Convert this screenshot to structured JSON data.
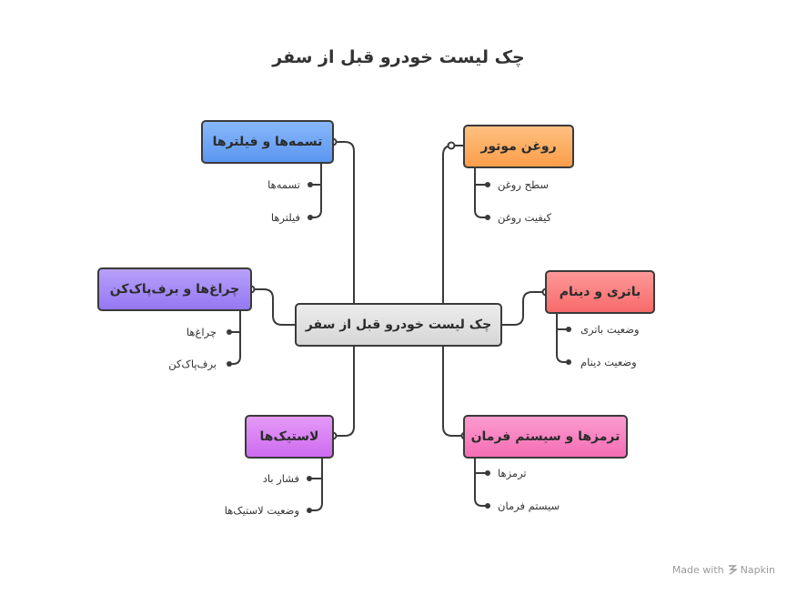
{
  "title": "چک لیست خودرو قبل از سفر",
  "center": {
    "label": "چک لیست خودرو قبل از سفر"
  },
  "branches": [
    {
      "key": "belts",
      "label": "تسمه‌ها و فیلترها",
      "color": "#6ea8f7",
      "items": [
        "تسمه‌ها",
        "فیلترها"
      ]
    },
    {
      "key": "oil",
      "label": "روغن موتور",
      "color": "#fdae5e",
      "items": [
        "سطح روغن",
        "کیفیت روغن"
      ]
    },
    {
      "key": "lights",
      "label": "چراغ‌ها و برف‌پاک‌کن",
      "color": "#a58cf5",
      "items": [
        "چراغ‌ها",
        "برف‌پاک‌کن"
      ]
    },
    {
      "key": "battery",
      "label": "باتری و دینام",
      "color": "#fb7f7f",
      "items": [
        "وضعیت باتری",
        "وضعیت دینام"
      ]
    },
    {
      "key": "tires",
      "label": "لاستیک‌ها",
      "color": "#db7ff3",
      "items": [
        "فشار باد",
        "وضعیت لاستیک‌ها"
      ]
    },
    {
      "key": "brakes",
      "label": "ترمزها و سیستم فرمان",
      "color": "#f882c2",
      "items": [
        "ترمزها",
        "سیستم فرمان"
      ]
    }
  ],
  "watermark": {
    "text": "Made with",
    "brand": "Napkin"
  }
}
